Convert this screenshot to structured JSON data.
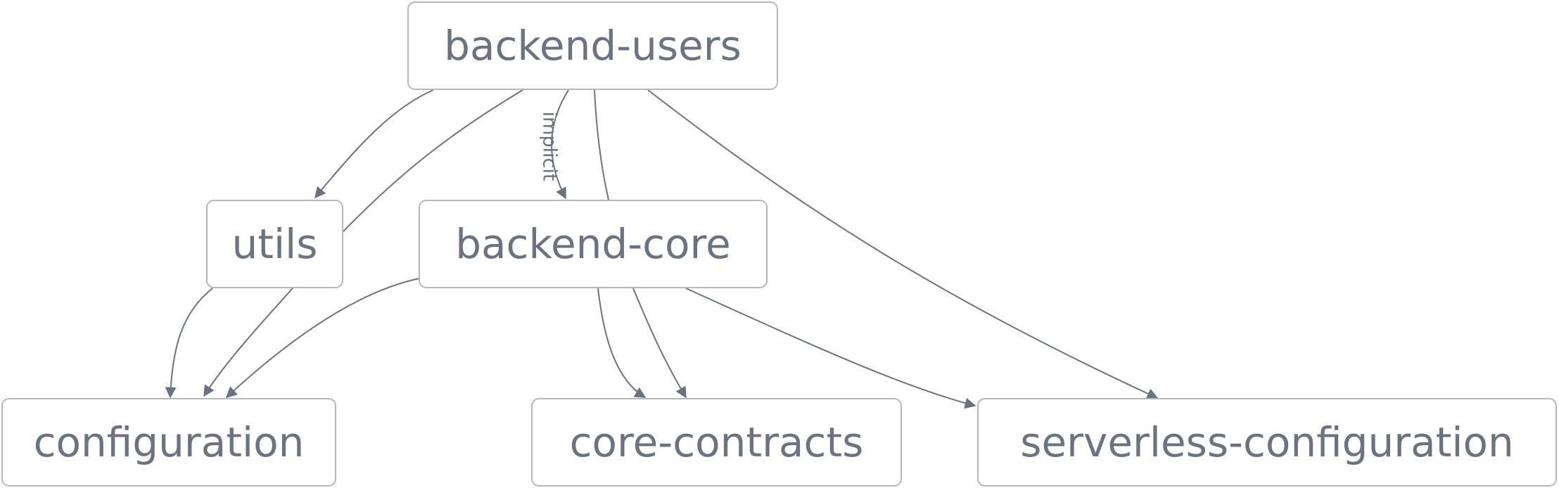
{
  "colors": {
    "node_border": "#b4b7bd",
    "node_text": "#6b7280",
    "edge": "#6b7280",
    "background": "#ffffff"
  },
  "nodes": [
    {
      "id": "backend-users",
      "label": "backend-users"
    },
    {
      "id": "utils",
      "label": "utils"
    },
    {
      "id": "backend-core",
      "label": "backend-core"
    },
    {
      "id": "configuration",
      "label": "configuration"
    },
    {
      "id": "core-contracts",
      "label": "core-contracts"
    },
    {
      "id": "serverless-configuration",
      "label": "serverless-configuration"
    }
  ],
  "edges": [
    {
      "from": "backend-users",
      "to": "utils",
      "label": ""
    },
    {
      "from": "backend-users",
      "to": "configuration",
      "label": ""
    },
    {
      "from": "backend-users",
      "to": "backend-core",
      "label": "implicit"
    },
    {
      "from": "backend-users",
      "to": "core-contracts",
      "label": ""
    },
    {
      "from": "backend-users",
      "to": "serverless-configuration",
      "label": ""
    },
    {
      "from": "utils",
      "to": "configuration",
      "label": ""
    },
    {
      "from": "backend-core",
      "to": "configuration",
      "label": ""
    },
    {
      "from": "backend-core",
      "to": "core-contracts",
      "label": ""
    },
    {
      "from": "backend-core",
      "to": "serverless-configuration",
      "label": ""
    }
  ]
}
